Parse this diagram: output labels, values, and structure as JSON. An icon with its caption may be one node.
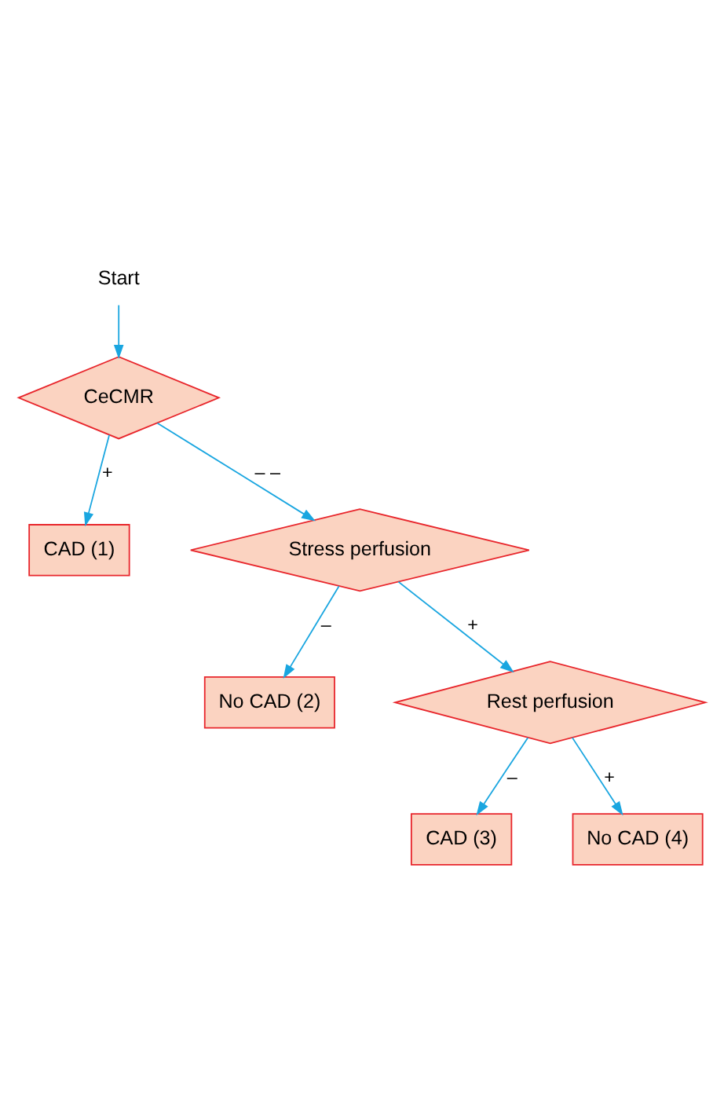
{
  "diagram": {
    "nodes": [
      {
        "text": [
          "Start"
        ]
      },
      {
        "text": [
          "CeCMR"
        ]
      },
      {
        "text": [
          "CAD (1)"
        ]
      },
      {
        "text": [
          "Stress perfusion"
        ]
      },
      {
        "text": [
          "No CAD (2)"
        ]
      },
      {
        "text": [
          "Rest perfusion"
        ]
      },
      {
        "text": [
          "CAD (3)"
        ]
      },
      {
        "text": [
          "No CAD (4)"
        ]
      }
    ],
    "edges": [
      {
        "from": 0,
        "to": 1,
        "arrow": "to"
      },
      {
        "from": 1,
        "to": 2,
        "arrow": "to",
        "label": "+"
      },
      {
        "from": 1,
        "to": 3,
        "arrow": "to",
        "label": "– –"
      },
      {
        "from": 3,
        "to": 4,
        "arrow": "to",
        "label": "–"
      },
      {
        "from": 3,
        "to": 5,
        "arrow": "to",
        "label": "+"
      },
      {
        "from": 5,
        "to": 6,
        "arrow": "to",
        "label": "–"
      },
      {
        "from": 5,
        "to": 7,
        "arrow": "to",
        "label": "+"
      }
    ]
  }
}
